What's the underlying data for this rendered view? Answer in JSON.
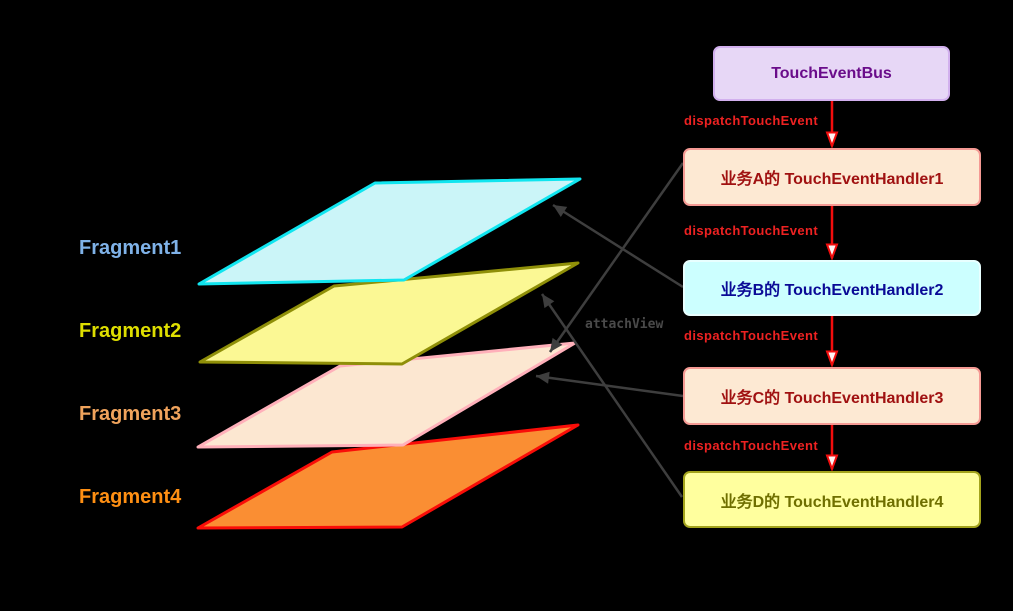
{
  "bus": {
    "label": "TouchEventBus",
    "bg": "#e7d7f6",
    "border": "#d2b0ee",
    "text_color": "#6a0c8a"
  },
  "handlers": [
    {
      "label": "业务A的 TouchEventHandler1",
      "bg": "#fde9d3",
      "border": "#f59a94",
      "text_color": "#a01111"
    },
    {
      "label": "业务B的 TouchEventHandler2",
      "bg": "#ccffff",
      "border": "#e8ffff",
      "text_color": "#0a0a96"
    },
    {
      "label": "业务C的 TouchEventHandler3",
      "bg": "#fde9d3",
      "border": "#f59a94",
      "text_color": "#a01111"
    },
    {
      "label": "业务D的 TouchEventHandler4",
      "bg": "#ffff9e",
      "border": "#a3a31c",
      "text_color": "#6f6f00"
    }
  ],
  "dispatch_labels": [
    "dispatchTouchEvent",
    "dispatchTouchEvent",
    "dispatchTouchEvent",
    "dispatchTouchEvent"
  ],
  "attach_label": "attachView",
  "fragments": [
    {
      "label": "Fragment1",
      "label_color": "#7fb2e8",
      "layer_fill": "#cbf5f8",
      "layer_stroke": "#10e5ef"
    },
    {
      "label": "Fragment2",
      "label_color": "#dede00",
      "layer_fill": "#fbf894",
      "layer_stroke": "#8f8f08"
    },
    {
      "label": "Fragment3",
      "label_color": "#f0a35c",
      "layer_fill": "#fce7d1",
      "layer_stroke": "#ffb0ba"
    },
    {
      "label": "Fragment4",
      "label_color": "#fe8f13",
      "layer_fill": "#fa8e33",
      "layer_stroke": "#f90d08"
    }
  ],
  "colors": {
    "background": "#000000",
    "connector": "#3e3e3e",
    "dispatch_arrow": "#f20d0d",
    "dispatch_text": "#ee2222",
    "attach_text": "#4a4a4a"
  }
}
